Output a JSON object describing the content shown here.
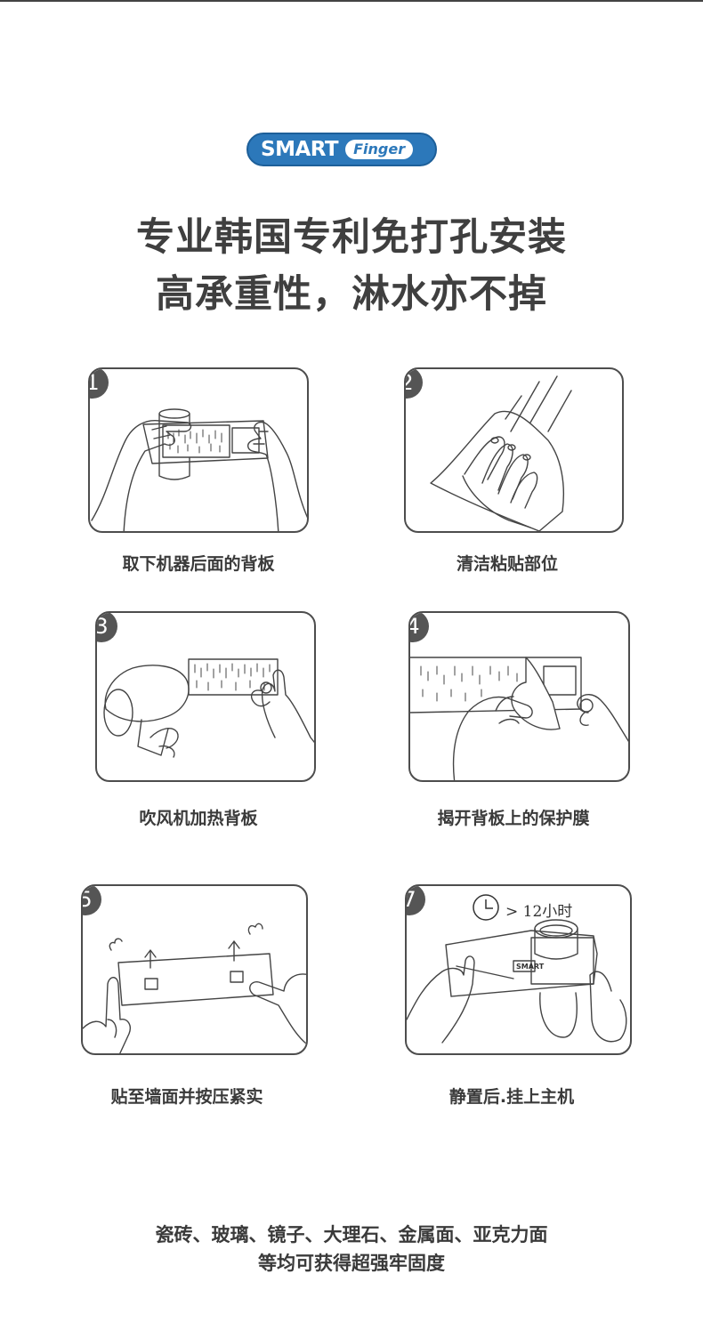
{
  "brand": {
    "logo_word": "SMART",
    "logo_script": "Finger"
  },
  "headline": {
    "line1": "专业韩国专利免打孔安装",
    "line2": "高承重性，淋水亦不掉"
  },
  "steps": [
    {
      "number": "1",
      "caption": "取下机器后面的背板"
    },
    {
      "number": "2",
      "caption": "清洁粘贴部位"
    },
    {
      "number": "3",
      "caption": "吹风机加热背板"
    },
    {
      "number": "4",
      "caption": "揭开背板上的保护膜"
    },
    {
      "number": "5",
      "caption": "贴至墙面并按压紧实"
    },
    {
      "number": "7",
      "caption": "静置后.挂上主机",
      "timer_label": "> 12小时"
    }
  ],
  "device_mini_logo": "SMART",
  "footer": {
    "line1": "瓷砖、玻璃、镜子、大理石、金属面、亚克力面",
    "line2": "等均可获得超强牢固度"
  },
  "colors": {
    "brand_blue": "#2c78ba",
    "badge": "#555555",
    "outline": "#4d4d4d"
  }
}
